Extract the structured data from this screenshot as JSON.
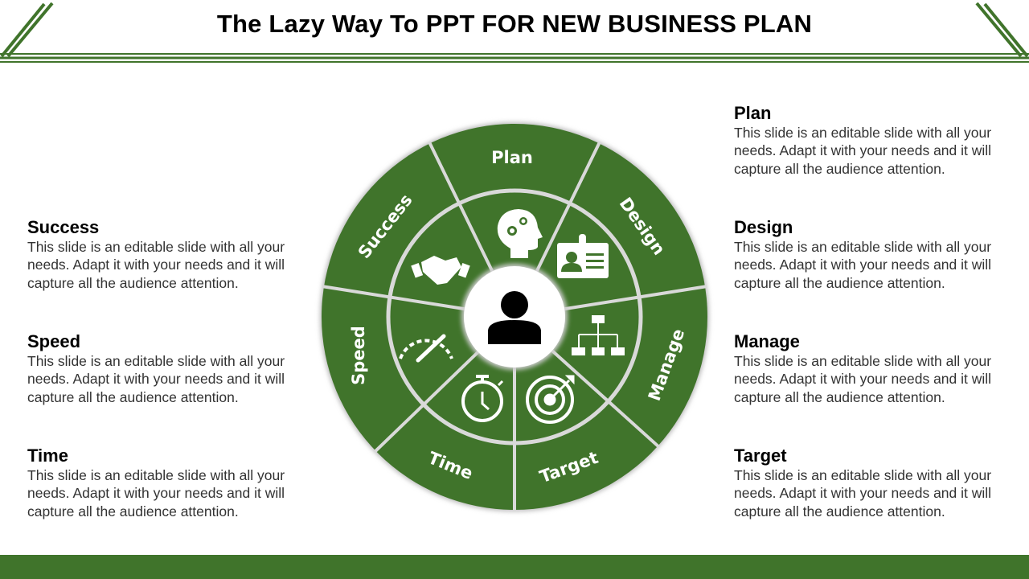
{
  "header": {
    "title": "The Lazy Way To PPT FOR NEW BUSINESS PLAN"
  },
  "colors": {
    "accent": "#40742b",
    "divider": "#d9d9d9"
  },
  "wheel": {
    "center_icon": "person-icon",
    "segments": [
      {
        "label": "Plan",
        "icon": "head-gears-icon"
      },
      {
        "label": "Design",
        "icon": "id-card-icon"
      },
      {
        "label": "Manage",
        "icon": "org-chart-icon"
      },
      {
        "label": "Target",
        "icon": "target-icon"
      },
      {
        "label": "Time",
        "icon": "stopwatch-icon"
      },
      {
        "label": "Speed",
        "icon": "speedometer-icon"
      },
      {
        "label": "Success",
        "icon": "handshake-icon"
      }
    ]
  },
  "left_items": [
    {
      "title": "Success",
      "text": "This slide is an editable slide with all your needs. Adapt it with your needs and it will capture all the audience attention."
    },
    {
      "title": "Speed",
      "text": "This slide is an editable slide with all your needs. Adapt it with your needs and it will capture all the audience attention."
    },
    {
      "title": "Time",
      "text": "This slide is an editable slide with all your needs. Adapt it with your needs and it will capture all the audience attention."
    }
  ],
  "right_items": [
    {
      "title": "Plan",
      "text": "This slide is an editable slide with all your needs. Adapt it with your needs and it will capture all the audience attention."
    },
    {
      "title": "Design",
      "text": "This slide is an editable slide with all your needs. Adapt it with your needs and it will capture all the audience attention."
    },
    {
      "title": "Manage",
      "text": "This slide is an editable slide with all your needs. Adapt it with your needs and it will capture all the audience attention."
    },
    {
      "title": "Target",
      "text": "This slide is an editable slide with all your needs. Adapt it with your needs and it will capture all the audience attention."
    }
  ]
}
